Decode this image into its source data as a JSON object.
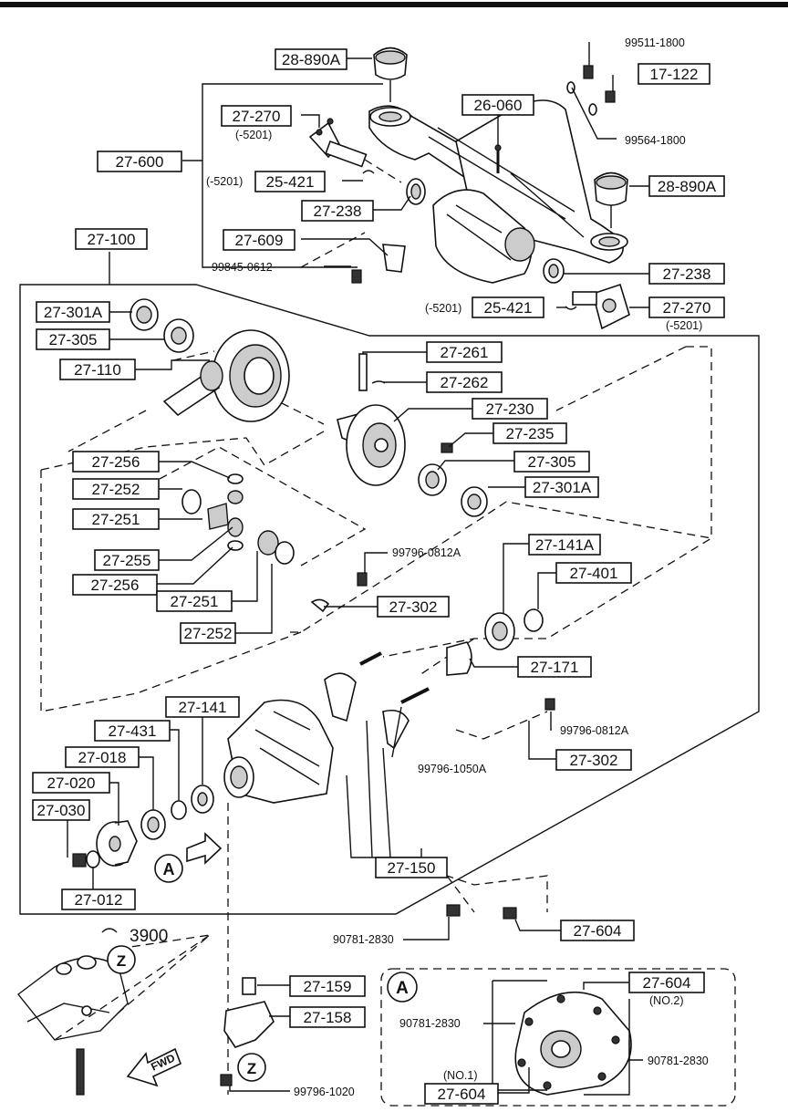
{
  "labels": {
    "l_28_890A_top": "28-890A",
    "l_99511": "99511-1800",
    "l_17_122": "17-122",
    "l_99564": "99564-1800",
    "l_27_270_top": "27-270",
    "l_5201_a": "(-5201)",
    "l_26_060": "26-060",
    "l_27_600": "27-600",
    "l_5201_b": "(-5201)",
    "l_25_421_top": "25-421",
    "l_27_238_left": "27-238",
    "l_28_890A_right": "28-890A",
    "l_27_100": "27-100",
    "l_27_609": "27-609",
    "l_99845": "99845-0612",
    "l_27_238_right": "27-238",
    "l_5201_c": "(-5201)",
    "l_25_421_right": "25-421",
    "l_27_270_right": "27-270",
    "l_5201_d": "(-5201)",
    "l_27_301A_left": "27-301A",
    "l_27_305_left": "27-305",
    "l_27_110": "27-110",
    "l_27_261": "27-261",
    "l_27_262": "27-262",
    "l_27_230": "27-230",
    "l_27_235": "27-235",
    "l_27_256_a": "27-256",
    "l_27_305_right": "27-305",
    "l_27_252_a": "27-252",
    "l_27_301A_right": "27-301A",
    "l_27_251_a": "27-251",
    "l_27_255": "27-255",
    "l_99796_0812A_a": "99796-0812A",
    "l_27_141A": "27-141A",
    "l_27_256_b": "27-256",
    "l_27_401": "27-401",
    "l_27_251_b": "27-251",
    "l_27_302_a": "27-302",
    "l_27_252_b": "27-252",
    "l_27_171": "27-171",
    "l_27_141": "27-141",
    "l_27_431": "27-431",
    "l_99796_0812A_b": "99796-0812A",
    "l_27_018": "27-018",
    "l_27_302_b": "27-302",
    "l_99796_1050A": "99796-1050A",
    "l_27_020": "27-020",
    "l_27_030": "27-030",
    "l_27_150": "27-150",
    "l_A_marker": "A",
    "l_27_012": "27-012",
    "l_90781_a": "90781-2830",
    "l_27_604_a": "27-604",
    "l_3900": "3900",
    "l_Z_a": "Z",
    "l_27_159": "27-159",
    "l_27_158": "27-158",
    "l_Z_b": "Z",
    "l_FWD": "FWD",
    "l_99796_1020": "99796-1020",
    "l_A_inset": "A",
    "l_27_604_b": "27-604",
    "l_NO2": "(NO.2)",
    "l_90781_b": "90781-2830",
    "l_90781_c": "90781-2830",
    "l_NO1": "(NO.1)",
    "l_27_604_c": "27-604"
  }
}
